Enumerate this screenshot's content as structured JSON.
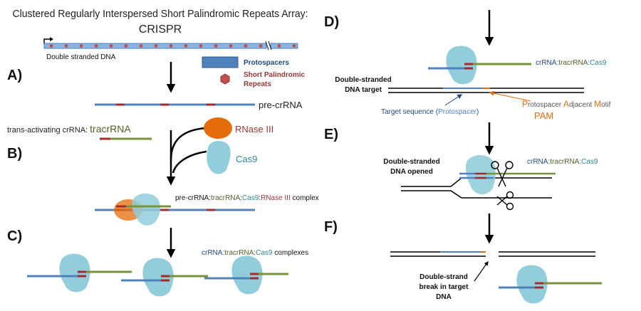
{
  "title": {
    "line1": "Clustered Regularly Interspersed Short Palindromic Repeats Array:",
    "line2": "CRISPR"
  },
  "array_label": "Double stranded DNA",
  "legend": {
    "protospacers": "Protospacers",
    "repeats_line1": "Short Palindromic",
    "repeats_line2": "Repeats"
  },
  "steps": {
    "a": "A)",
    "b": "B)",
    "c": "C)",
    "d": "D)",
    "e": "E)",
    "f": "F)"
  },
  "labels": {
    "pre_crrna": "pre-crRNA",
    "tracr_prefix": "trans-activating crRNA: ",
    "tracr_name": "tracrRNA",
    "rnase": "RNase III",
    "cas9": "Cas9",
    "complex_a": "pre-crRNA:",
    "complex_b": "tracrRNA",
    "complex_c": ":",
    "complex_d": "Cas9",
    "complex_e": ":",
    "complex_f": "RNase III",
    "complex_g": " complex",
    "cc_a": "crRNA:",
    "cc_b": "tracrRNA",
    "cc_c": ":",
    "cc_d": "Cas9",
    "cc_e": " complexes",
    "d_cr": "crRNA:",
    "d_tracr": "tracrRNA",
    "d_colon": ":",
    "d_cas9": "Cas9",
    "ds_target_1": "Double-stranded",
    "ds_target_2": "DNA target",
    "target_seq_a": "Target sequence (",
    "target_seq_b": "Protospacer",
    "target_seq_c": ")",
    "pam_a": "P",
    "pam_b": "rotospacer ",
    "pam_c": "A",
    "pam_d": "djacent ",
    "pam_e": "M",
    "pam_f": "otif",
    "pam_abbr": "PAM",
    "e_cr": "crRNA:",
    "e_tracr": "tracrRNA",
    "e_colon": ":",
    "e_cas9": "Cas9",
    "ds_opened_1": "Double-stranded",
    "ds_opened_2": "DNA opened",
    "break_1": "Double-strand",
    "break_2": "break in target",
    "break_3": "DNA"
  },
  "colors": {
    "dna_blue": "#4F81BD",
    "repeat_red": "#A52A2A",
    "tracr_green": "#77933C",
    "cas9_fill": "#92CDDC",
    "rnase_orange": "#E46C0A",
    "label_blue": "#1F497D",
    "label_red": "#953735",
    "pam_orange": "#E46C0A"
  }
}
